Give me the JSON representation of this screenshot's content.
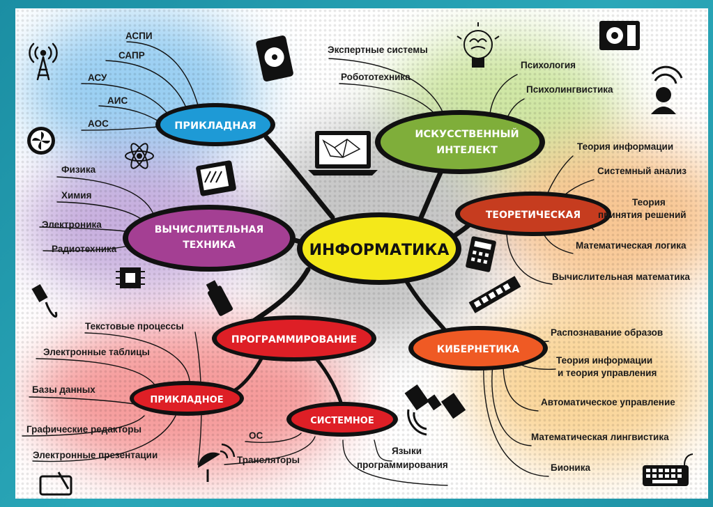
{
  "center": "ИНФОРМАТИКА",
  "branches": {
    "applied": {
      "title": "ПРИКЛАДНАЯ",
      "items": [
        "АСПИ",
        "САПР",
        "АСУ",
        "АИС",
        "АОС"
      ]
    },
    "computing": {
      "title_line1": "ВЫЧИСЛИТЕЛЬНАЯ",
      "title_line2": "ТЕХНИКА",
      "items": [
        "Физика",
        "Химия",
        "Электроника",
        "Радиотехника"
      ]
    },
    "programming": {
      "title": "ПРОГРАММИРОВАНИЕ",
      "applied_sub": {
        "title": "ПРИКЛАДНОЕ",
        "items": [
          "Текстовые процессы",
          "Электронные таблицы",
          "Базы данных",
          "Графические редакторы",
          "Электронные презентации"
        ]
      },
      "system_sub": {
        "title": "СИСТЕМНОЕ",
        "items": [
          "ОС",
          "Трансляторы"
        ],
        "langs_line1": "Языки",
        "langs_line2": "программирования"
      }
    },
    "ai": {
      "title_line1": "ИСКУССТВЕННЫЙ",
      "title_line2": "ИНТЕЛЕКТ",
      "items": [
        "Экспертные системы",
        "Робототехника",
        "Психология",
        "Психолингвистика"
      ]
    },
    "theory": {
      "title": "ТЕОРЕТИЧЕСКАЯ",
      "items": [
        "Теория информации",
        "Системный анализ"
      ],
      "decision_line1": "Теория",
      "decision_line2": "принятия решений",
      "items2": [
        "Математическая логика",
        "Вычислительная математика"
      ]
    },
    "cybernetics": {
      "title": "КИБЕРНЕТИКА",
      "item1": "Распознавание образов",
      "theory_line1": "Теория информации",
      "theory_line2": "и теория управления",
      "items2": [
        "Автоматическое управление",
        "Математическая лингвистика",
        "Бионика"
      ]
    }
  },
  "colors": {
    "center": "#f4e81a",
    "applied": "#1e9ad6",
    "computing": "#a43f93",
    "programming": "#de1f26",
    "ai": "#7fae3a",
    "theory": "#c63c1f",
    "cybernetics": "#ef5a24"
  },
  "icons": [
    "antenna-tower-icon",
    "hard-drive-icon",
    "fan-icon",
    "atom-icon",
    "oscilloscope-icon",
    "lightbulb-brain-icon",
    "motherboard-icon",
    "person-wifi-icon",
    "laptop-icon",
    "calculator-icon",
    "ram-module-icon",
    "chip-icon",
    "usb-cable-icon",
    "usb-stick-icon",
    "satellite-icon",
    "satellite-dish-icon",
    "keyboard-icon",
    "graphics-tablet-icon"
  ]
}
